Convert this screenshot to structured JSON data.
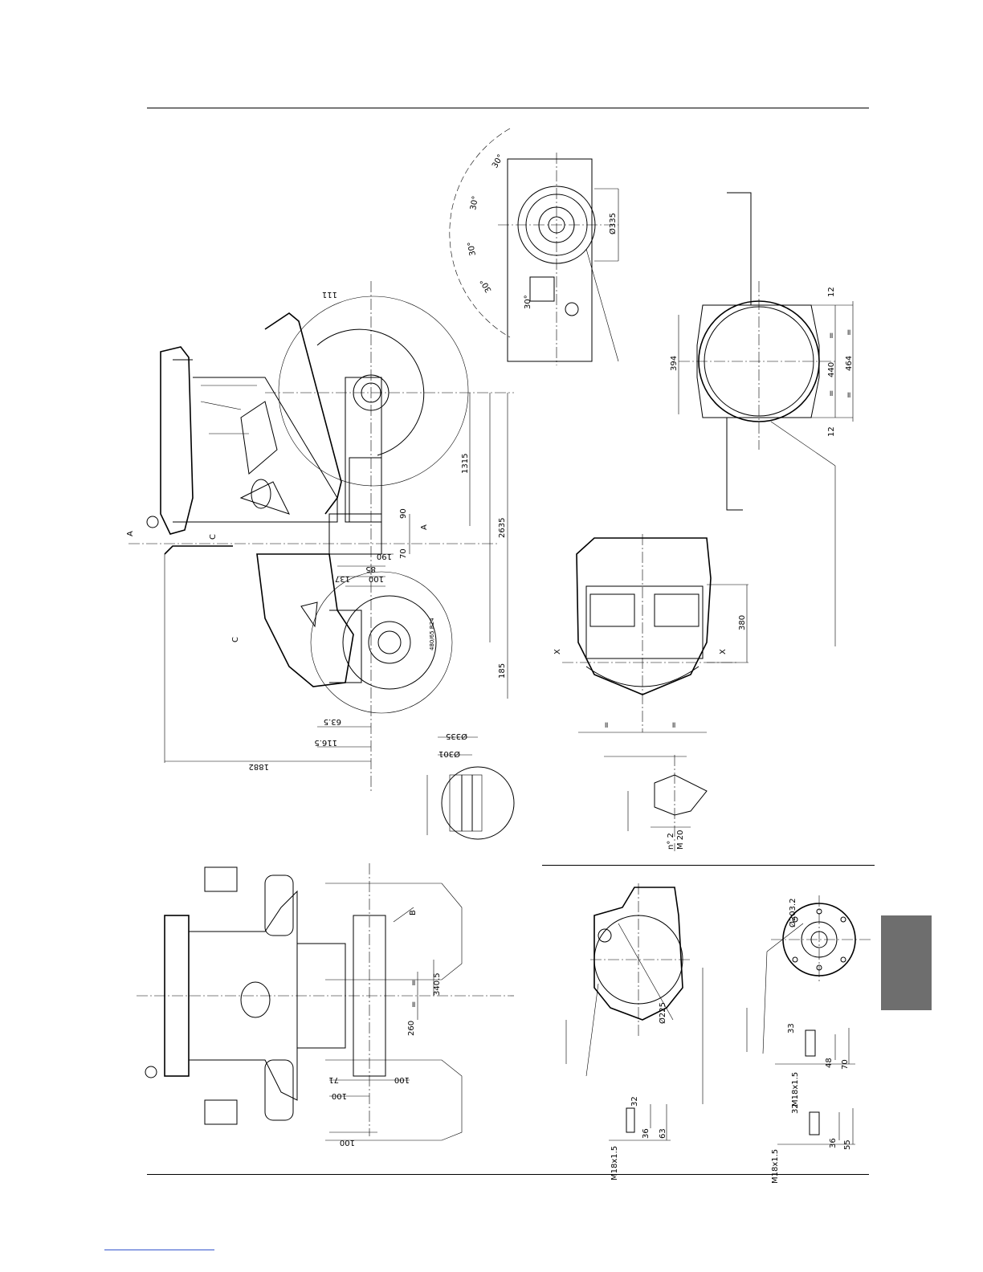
{
  "side_view": {
    "labels": {
      "top_111": "111",
      "sect_a_left": "A",
      "sect_c_top": "C",
      "sect_c_mid": "C",
      "sect_a_right": "A"
    },
    "dims": {
      "d1315": "1315",
      "d2635": "2635",
      "d90": "90",
      "d70": "70",
      "d190": "190",
      "d85": "85",
      "d137": "137",
      "d100": "100",
      "d185": "185",
      "d63_5": "63.5",
      "d116_5": "116.5",
      "d1882": "1882",
      "d_tire": "480/65 R24"
    }
  },
  "detail_flange": {
    "d335": "Ø335",
    "d301": "Ø301"
  },
  "pto_view": {
    "angles": [
      "30°",
      "30°",
      "30°",
      "30°",
      "30°"
    ],
    "d335": "Ø335"
  },
  "cross_section": {
    "d12_top": "12",
    "d394": "394",
    "d464": "464",
    "d440": "440",
    "eq1": "=",
    "eq2": "=",
    "eq3": "=",
    "eq4": "=",
    "d12_bot": "12"
  },
  "front_axle": {
    "d380": "380",
    "x_left": "X",
    "x_right": "X",
    "eq_left": "=",
    "eq_right": "="
  },
  "thread_detail": {
    "m20": "M 20",
    "pitch": "n° 2"
  },
  "top_view": {
    "label_b": "B",
    "d340_5": "340.5",
    "d260": "260",
    "eq": "=",
    "eq2": "=",
    "d71": "71",
    "d100a": "100",
    "d100b": "100",
    "d100c": "100"
  },
  "bottom_left_detail": {
    "d225": "Ø225",
    "d32": "32",
    "d36": "36",
    "d63": "63",
    "thread": "M18x1.5"
  },
  "bottom_right_detail": {
    "d203_2": "Ø203.2",
    "d33": "33",
    "d48": "48",
    "d70": "70",
    "thread1": "M18x1.5",
    "d32": "32",
    "d36": "36",
    "d55": "55",
    "thread2": "M18x1.5"
  }
}
